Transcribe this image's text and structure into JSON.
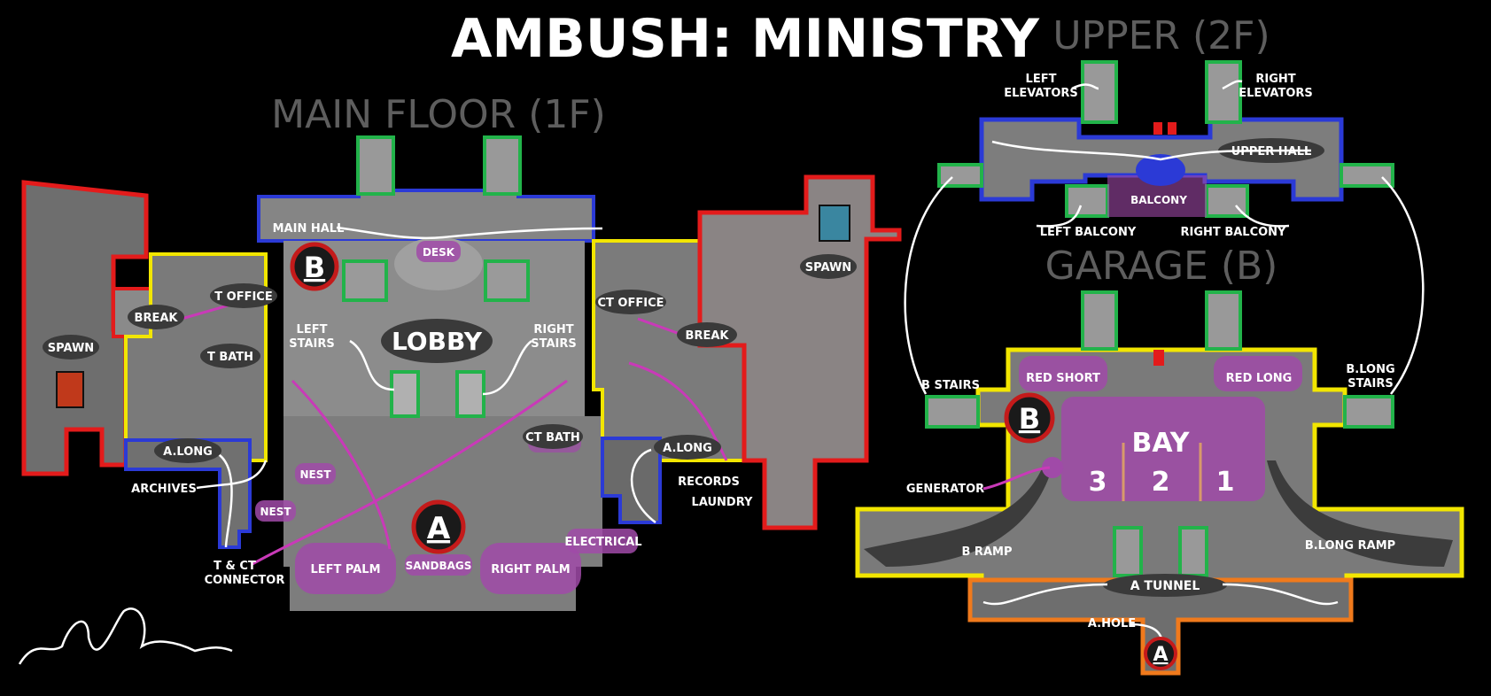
{
  "title": "AMBUSH: MINISTRY",
  "floors": {
    "main": "MAIN FLOOR (1F)",
    "upper": "UPPER (2F)",
    "garage": "GARAGE (B)"
  },
  "colors": {
    "background": "#000000",
    "floor_gray": "#7a7a7a",
    "wall_red": "#e31b1b",
    "wall_yellow": "#f2e600",
    "wall_blue": "#2b3ad6",
    "wall_green": "#22b34a",
    "wall_orange": "#f07a1c",
    "site_purple": "#a04aa8",
    "label_bg": "#3a3a3a",
    "callout_line": "#ffffff",
    "pink_line": "#c93ab8",
    "floor_title_gray": "#5e5e5e"
  },
  "sites": {
    "a": "A",
    "b": "B"
  },
  "main_floor": {
    "spawn_t": "SPAWN",
    "spawn_ct": "SPAWN",
    "main_hall": "MAIN HALL",
    "desk": "DESK",
    "t_office": "T OFFICE",
    "break_t": "BREAK",
    "t_bath": "T BATH",
    "lobby": "LOBBY",
    "left_stairs_1": "LEFT",
    "left_stairs_2": "STAIRS",
    "right_stairs_1": "RIGHT",
    "right_stairs_2": "STAIRS",
    "ct_office": "CT OFFICE",
    "break_ct": "BREAK",
    "ct_bath": "CT BATH",
    "a_long_left": "A.LONG",
    "a_long_right": "A.LONG",
    "archives": "ARCHIVES",
    "nest_1": "NEST",
    "nest_2": "NEST",
    "connector_1": "T & CT",
    "connector_2": "CONNECTOR",
    "left_palm": "LEFT PALM",
    "sandbags": "SANDBAGS",
    "right_palm": "RIGHT PALM",
    "electrical": "ELECTRICAL",
    "records": "RECORDS",
    "laundry": "LAUNDRY"
  },
  "upper_floor": {
    "left_elevators_1": "LEFT",
    "left_elevators_2": "ELEVATORS",
    "right_elevators_1": "RIGHT",
    "right_elevators_2": "ELEVATORS",
    "upper_hall": "UPPER HALL",
    "balcony": "BALCONY",
    "left_balcony": "LEFT BALCONY",
    "right_balcony": "RIGHT BALCONY"
  },
  "garage": {
    "b_stairs": "B STAIRS",
    "red_short": "RED SHORT",
    "red_long": "RED LONG",
    "b_long_stairs_1": "B.LONG",
    "b_long_stairs_2": "STAIRS",
    "bay": "BAY",
    "bay_3": "3",
    "bay_2": "2",
    "bay_1": "1",
    "generator": "GENERATOR",
    "b_ramp": "B RAMP",
    "b_long_ramp": "B.LONG RAMP",
    "a_tunnel": "A TUNNEL",
    "a_hole": "A.HOLE"
  },
  "signature": "irrEGGulars"
}
